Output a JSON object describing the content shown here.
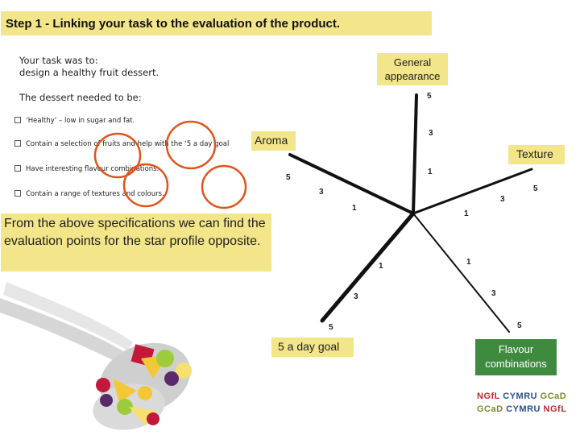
{
  "title": "Step 1 - Linking your task to the evaluation of the product.",
  "task": {
    "line1": "Your task was to:",
    "line2": "design a healthy fruit dessert."
  },
  "needed_heading": "The dessert needed to be:",
  "specs": [
    "‘Healthy’ – low in sugar and fat.",
    "Contain a selection of fruits and help with the ‘5 a day goal",
    "Have interesting flavour combinations.",
    "Contain a range of textures and colours."
  ],
  "info_text": "From the above specifications we can find the evaluation points for the star profile opposite.",
  "star_labels": {
    "general_line1": "General",
    "general_line2": "appearance",
    "aroma": "Aroma",
    "texture": "Texture",
    "five_a_day": "5 a day goal",
    "flavour_line1": "Flavour",
    "flavour_line2": "combinations"
  },
  "scale_marks": [
    "1",
    "3",
    "5"
  ],
  "logo": {
    "line1_a": "NGfL",
    "line1_b": "CYMRU",
    "line1_c": "GCaD",
    "line2_a": "GCaD",
    "line2_b": "CYMRU",
    "line2_c": "NGfL"
  },
  "colors": {
    "label_yellow": "#f2e58a",
    "label_green": "#3e8a3e",
    "circle_orange": "#e0531a",
    "axis_black": "#111111"
  }
}
